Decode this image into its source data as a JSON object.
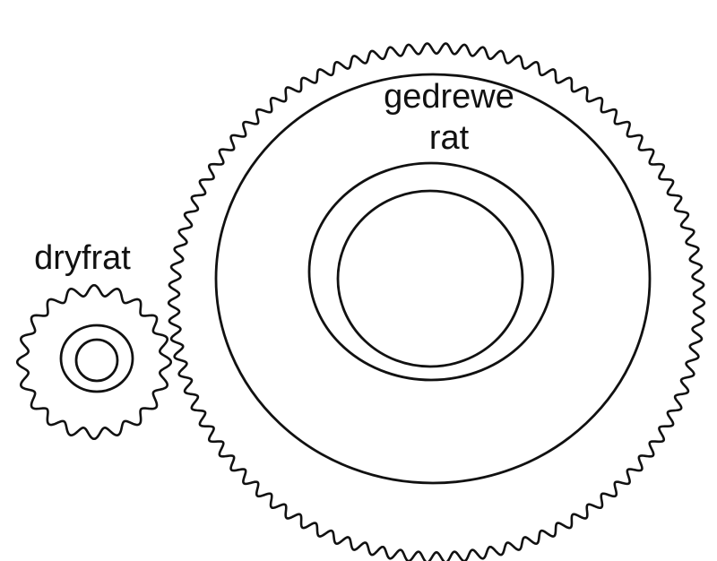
{
  "small_gear": {
    "label": "dryfrat",
    "teeth": 20
  },
  "large_gear": {
    "label_line1": "gedrewe",
    "label_line2": "rat",
    "teeth": 90
  },
  "colors": {
    "stroke": "#111111",
    "background": "#ffffff"
  }
}
